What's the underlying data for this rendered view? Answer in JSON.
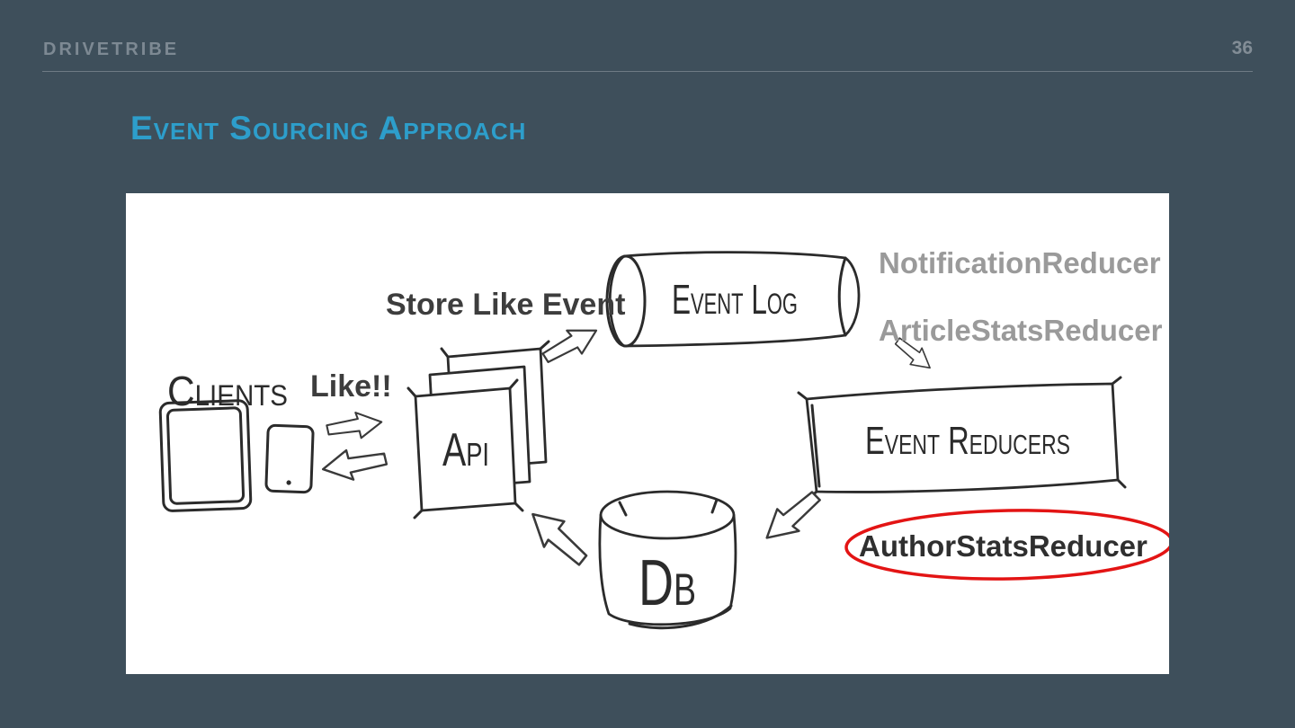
{
  "slide": {
    "brand": "DRIVETRIBE",
    "page_number": "36",
    "title": "Event Sourcing Approach"
  },
  "diagram": {
    "clients_label": "Clients",
    "like_label": "Like!!",
    "api_label": "Api",
    "store_like_event_label": "Store Like Event",
    "event_log_label": "Event Log",
    "notification_reducer_label": "NotificationReducer",
    "article_stats_reducer_label": "ArticleStatsReducer",
    "event_reducers_label": "Event Reducers",
    "db_label": "Db",
    "author_stats_reducer_label": "AuthorStatsReducer"
  },
  "colors": {
    "background": "#3e4f5b",
    "title": "#2d9ecb",
    "header_text": "#7d8993",
    "canvas": "#ffffff",
    "ink": "#2b2b2b",
    "bold_label": "#3d3d3d",
    "muted_label": "#9a9a9a",
    "dark_label": "#2f2f2f",
    "highlight": "#e31414"
  }
}
